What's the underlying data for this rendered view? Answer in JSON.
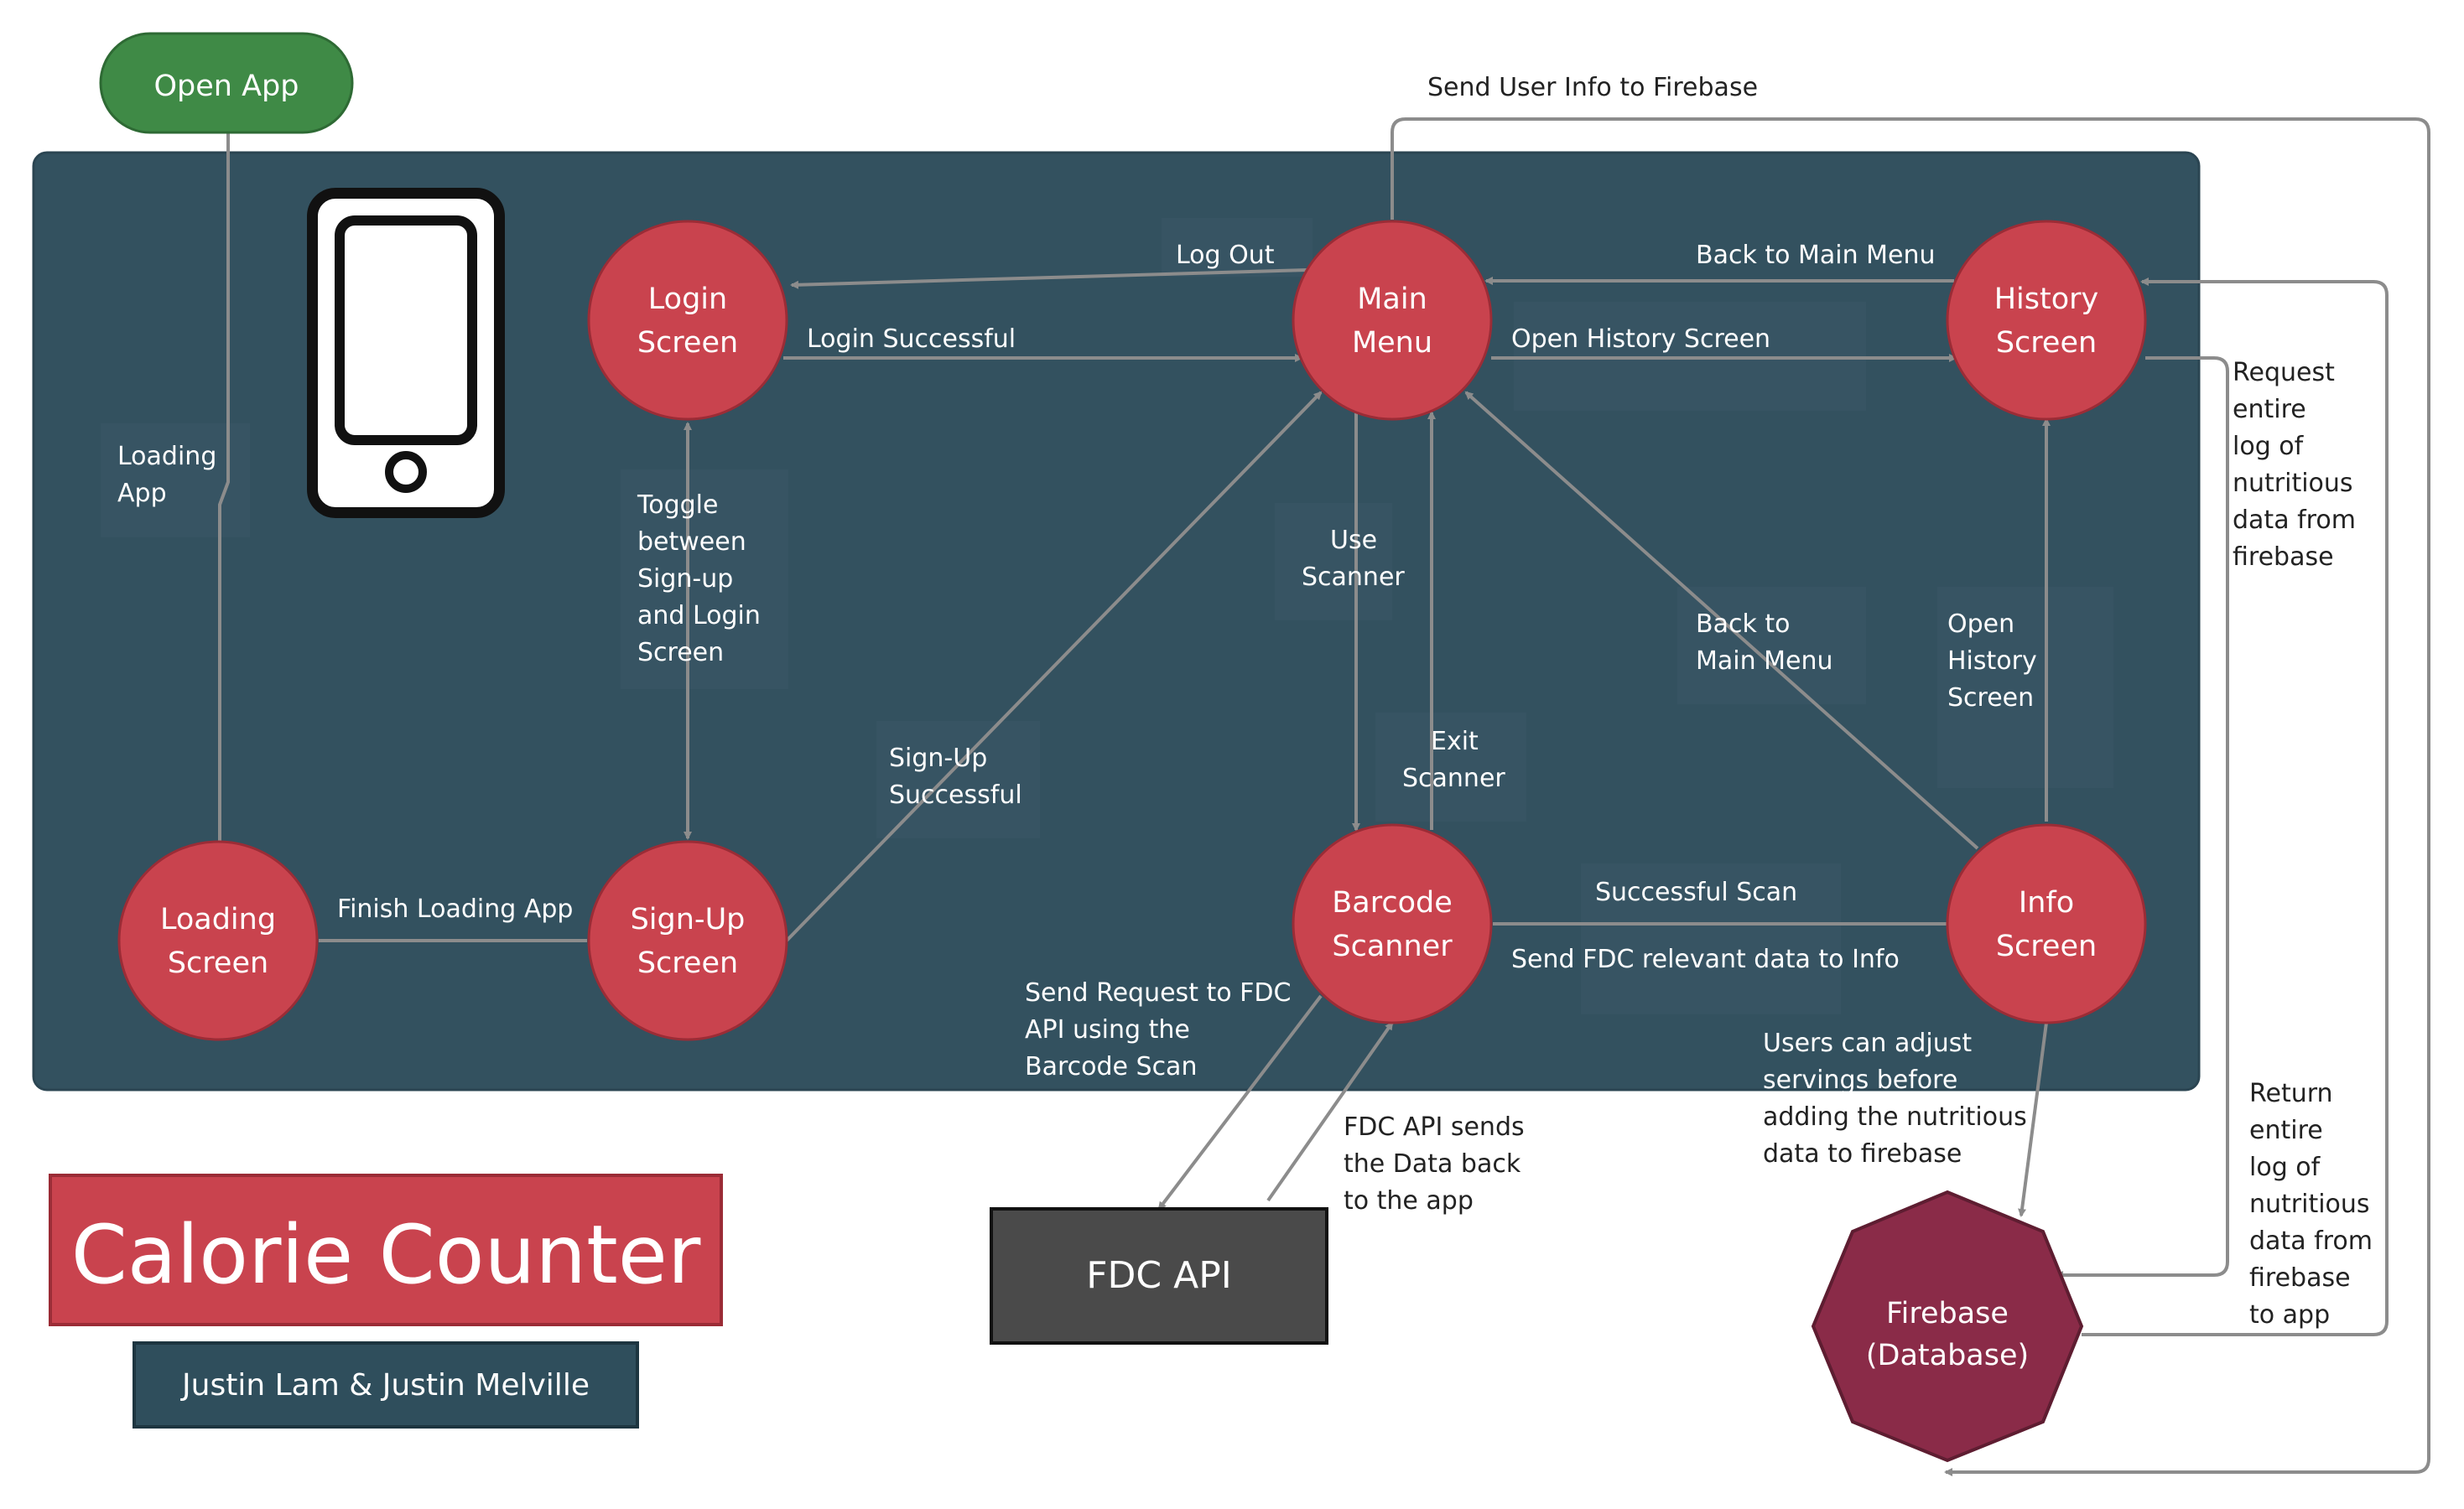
{
  "nodes": {
    "open_app": "Open App",
    "loading": [
      "Loading",
      "Screen"
    ],
    "signup": [
      "Sign-Up",
      "Screen"
    ],
    "login": [
      "Login",
      "Screen"
    ],
    "main_menu": [
      "Main",
      "Menu"
    ],
    "history": [
      "History",
      "Screen"
    ],
    "barcode": [
      "Barcode",
      "Scanner"
    ],
    "info": [
      "Info",
      "Screen"
    ],
    "fdc_api": "FDC API",
    "firebase": [
      "Firebase",
      "(Database)"
    ]
  },
  "edges": {
    "loading_app": [
      "Loading",
      "App"
    ],
    "finish_loading": "Finish Loading App",
    "toggle": [
      "Toggle",
      "between",
      "Sign-up",
      "and Login",
      "Screen"
    ],
    "signup_successful": [
      "Sign-Up",
      "Successful"
    ],
    "log_out": "Log Out",
    "login_successful": "Login Successful",
    "back_to_main_menu_top": "Back to Main Menu",
    "open_history_top": "Open History Screen",
    "use_scanner": [
      "Use",
      "Scanner"
    ],
    "exit_scanner": [
      "Exit",
      "Scanner"
    ],
    "back_to_main_diag": [
      "Back to",
      "Main Menu"
    ],
    "open_history_info": [
      "Open",
      "History",
      "Screen"
    ],
    "successful_scan": "Successful Scan",
    "send_fdc": "Send FDC  relevant data to Info",
    "send_request": [
      "Send Request to FDC",
      "API using the",
      "Barcode Scan"
    ],
    "fdc_sends": [
      "FDC API sends",
      "the Data back",
      "to the app"
    ],
    "users_adjust": [
      "Users can adjust",
      "servings before",
      "adding the nutritious",
      "data to firebase"
    ],
    "send_user_info": "Send User Info to Firebase",
    "request_log": [
      "Request",
      "entire",
      "log of",
      "nutritious",
      "data from",
      "firebase"
    ],
    "return_log": [
      "Return",
      "entire",
      "log of",
      "nutritious",
      "data from",
      "firebase",
      "to app"
    ]
  },
  "title": "Calorie Counter",
  "authors": "Justin Lam & Justin Melville",
  "icons": {
    "phone": "smartphone-icon"
  },
  "colors": {
    "panel": "#33515f",
    "node": "#c9434e",
    "start": "#3f8a46",
    "title_box": "#c9434e",
    "authors_box": "#2f4e5c",
    "fdc_box": "#4a4a4a",
    "firebase": "#8a2b48",
    "edge": "#8c8c8c"
  }
}
